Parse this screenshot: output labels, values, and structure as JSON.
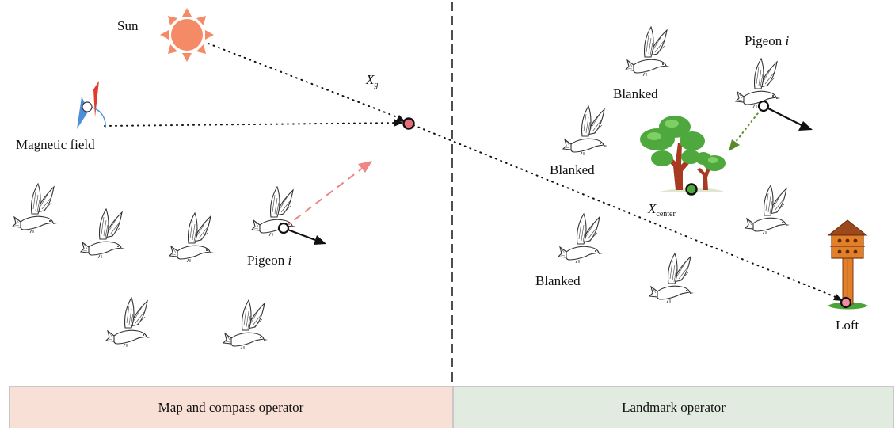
{
  "labels": {
    "sun": "Sun",
    "magnetic_field": "Magnetic field",
    "xg_var": "X",
    "xg_sub": "g",
    "pigeon_left_word": "Pigeon",
    "pigeon_left_var": "i",
    "pigeon_right_word": "Pigeon",
    "pigeon_right_var": "i",
    "blanked_1": "Blanked",
    "blanked_2": "Blanked",
    "blanked_3": "Blanked",
    "xcenter_var": "X",
    "xcenter_sub": "center",
    "loft": "Loft"
  },
  "panels": {
    "left": "Map and compass operator",
    "right": "Landmark operator"
  },
  "colors": {
    "left_panel_bg": "#f9e0d6",
    "right_panel_bg": "#e2ebdf",
    "sun": "#f58a66",
    "compass_red": "#e23b2b",
    "compass_blue": "#4d8fd6",
    "dashed_arrow": "#f08585",
    "green_arrow": "#5a8a2a",
    "tree_green": "#4fa83d",
    "loft_wood": "#e2802a"
  },
  "icons": {
    "sun": "sun-icon",
    "compass": "compass-icon",
    "pigeon": "pigeon-icon",
    "tree": "tree-icon",
    "loft": "pigeon-loft-icon"
  }
}
